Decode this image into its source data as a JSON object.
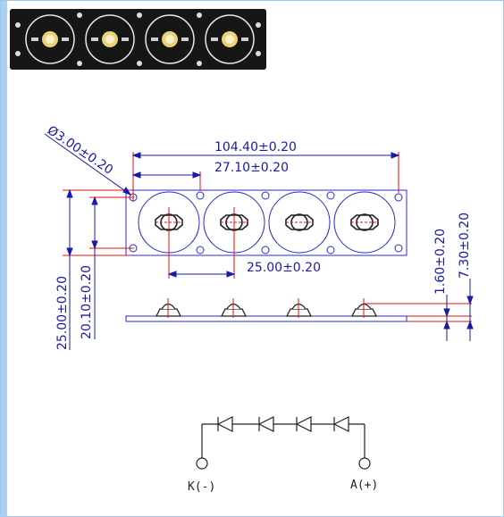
{
  "photo": {
    "name": "led-module-photo"
  },
  "dimensions": {
    "hole_diameter": "Ø3.00±0.20",
    "overall_length": "104.40±0.20",
    "first_led_offset": "27.10±0.20",
    "led_pitch": "25.00±0.20",
    "board_height": "25.00±0.20",
    "hole_spacing": "20.10±0.20",
    "pcb_thickness": "1.60±0.20",
    "total_height": "7.30±0.20"
  },
  "schematic": {
    "cathode_label": "K(-)",
    "anode_label": "A(+)"
  },
  "colors": {
    "outline": "#2a2ad0",
    "dimension": "#1a1aa8",
    "centerline": "#e01010",
    "frame": "#9ec7f0"
  }
}
